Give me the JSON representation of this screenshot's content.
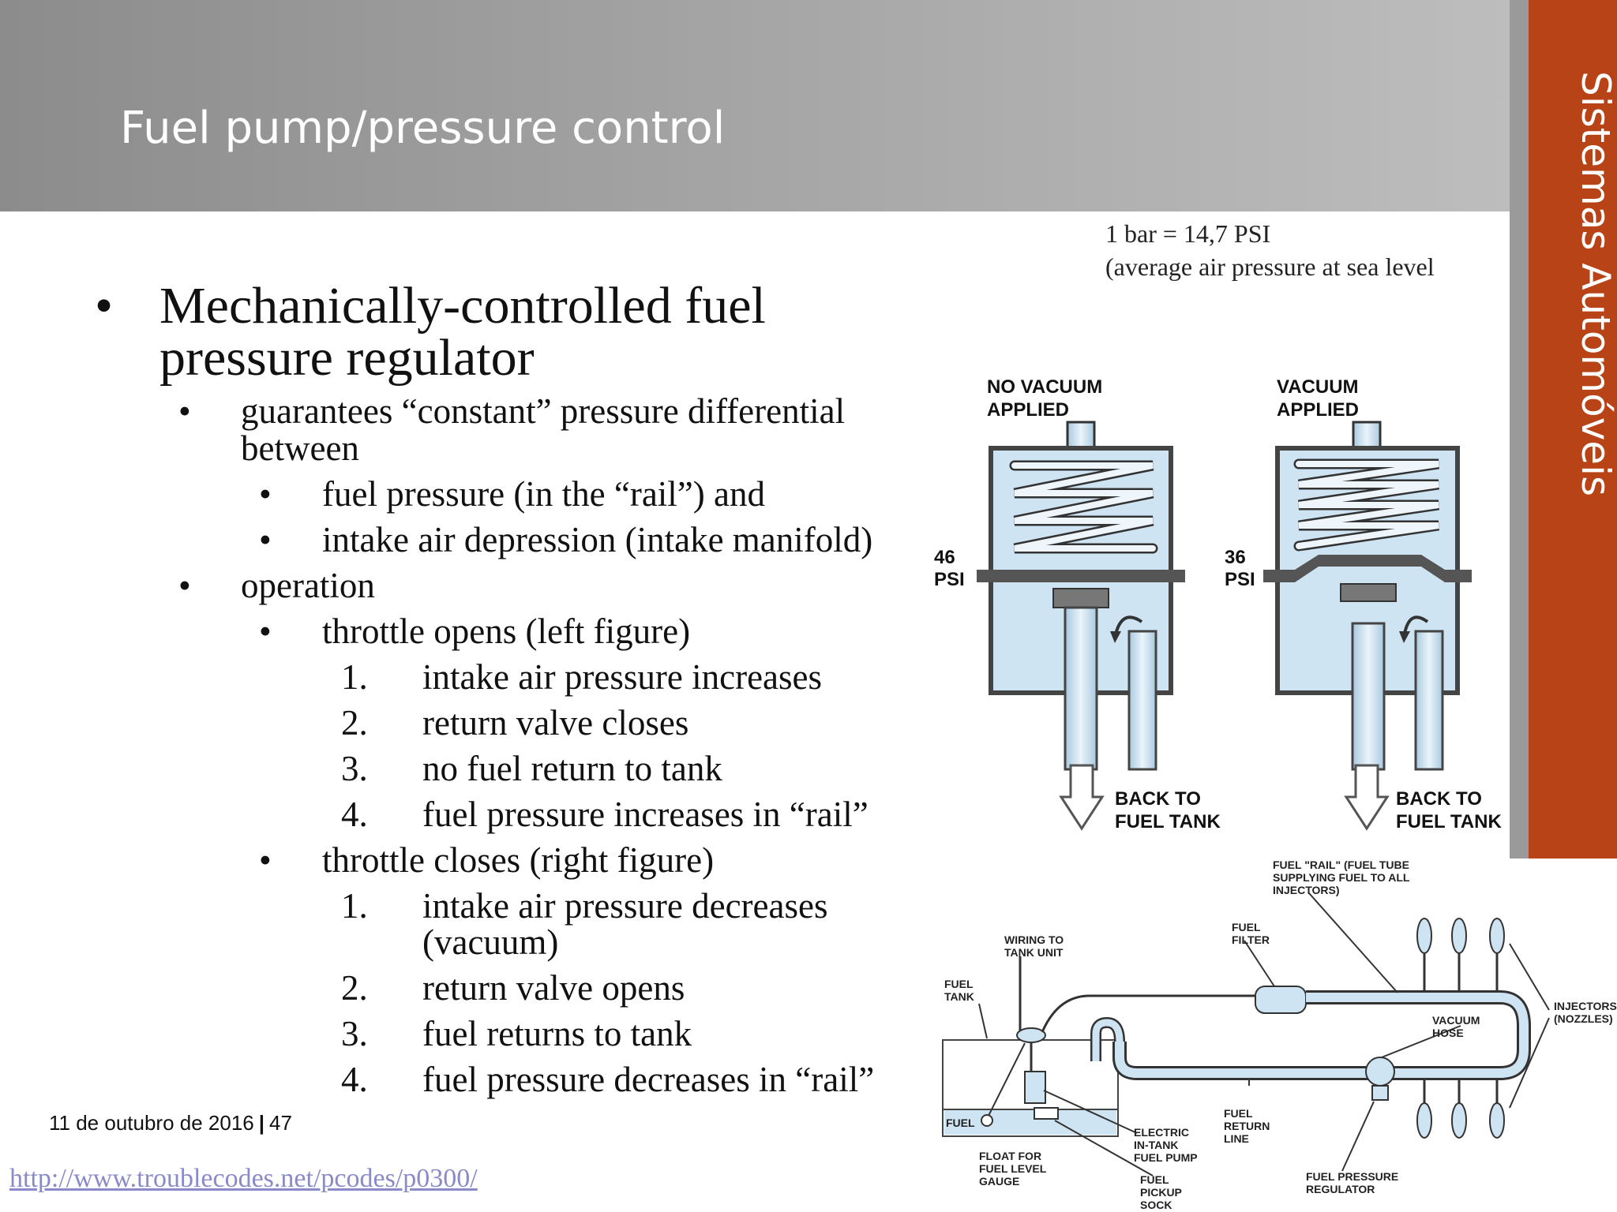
{
  "header": {
    "title": "Fuel pump/pressure control"
  },
  "side_title": "Sistemas Automóveis",
  "note": {
    "line1": "1 bar = 14,7 PSI",
    "line2": "(average air pressure at sea level"
  },
  "body": {
    "main_bullet": {
      "line1": "Mechanically-controlled fuel",
      "line2": "pressure regulator"
    },
    "guarantees": {
      "line1": "guarantees “constant” pressure differential",
      "line2": "between"
    },
    "fuel_pressure": "fuel pressure (in the “rail”) and",
    "intake_depression": "intake air depression (intake manifold)",
    "operation": "operation",
    "throttle_opens": {
      "label": "throttle opens (left figure)",
      "steps": [
        "intake air pressure increases",
        "return valve closes",
        "no fuel return to tank",
        "fuel pressure increases in “rail”"
      ]
    },
    "throttle_closes": {
      "label": "throttle closes (right figure)",
      "step1_line1": "intake air pressure decreases",
      "step1_line2": "(vacuum)",
      "steps_rest": [
        "return valve opens",
        "fuel returns to tank",
        "fuel pressure decreases in “rail”"
      ]
    },
    "numbers": [
      "1.",
      "2.",
      "3.",
      "4."
    ],
    "bullet_glyph": "•"
  },
  "footer": {
    "date": "11 de outubro de 2016",
    "separator": "|",
    "page": "47",
    "link": "http://www.troublecodes.net/pcodes/p0300/"
  },
  "regulator_figure": {
    "left": {
      "label_line1": "NO VACUUM",
      "label_line2": "APPLIED",
      "psi_value": "46",
      "psi_unit": "PSI",
      "return_line1": "BACK TO",
      "return_line2": "FUEL TANK"
    },
    "right": {
      "label_line1": "VACUUM",
      "label_line2": "APPLIED",
      "psi_value": "36",
      "psi_unit": "PSI",
      "return_line1": "BACK TO",
      "return_line2": "FUEL TANK"
    }
  },
  "system_figure": {
    "rail_line1": "FUEL \"RAIL\" (FUEL TUBE",
    "rail_line2": "SUPPLYING FUEL TO ALL",
    "rail_line3": "INJECTORS)",
    "wiring_line1": "WIRING TO",
    "wiring_line2": "TANK UNIT",
    "filter_line1": "FUEL",
    "filter_line2": "FILTER",
    "tank_line1": "FUEL",
    "tank_line2": "TANK",
    "injectors_line1": "INJECTORS",
    "injectors_line2": "(NOZZLES)",
    "vacuum_line1": "VACUUM",
    "vacuum_line2": "HOSE",
    "fuel_in_tank": "FUEL",
    "float_line1": "FLOAT FOR",
    "float_line2": "FUEL LEVEL",
    "float_line3": "GAUGE",
    "pump_line1": "ELECTRIC",
    "pump_line2": "IN-TANK",
    "pump_line3": "FUEL PUMP",
    "pickup_line1": "FUEL",
    "pickup_line2": "PICKUP",
    "pickup_line3": "SOCK",
    "return_line1": "FUEL",
    "return_line2": "RETURN",
    "return_line3": "LINE",
    "regulator_line1": "FUEL PRESSURE",
    "regulator_line2": "REGULATOR"
  },
  "colors": {
    "accent": "#b84316",
    "header_gray": "#9e9e9e",
    "fluid_blue": "#cfe4f2"
  }
}
